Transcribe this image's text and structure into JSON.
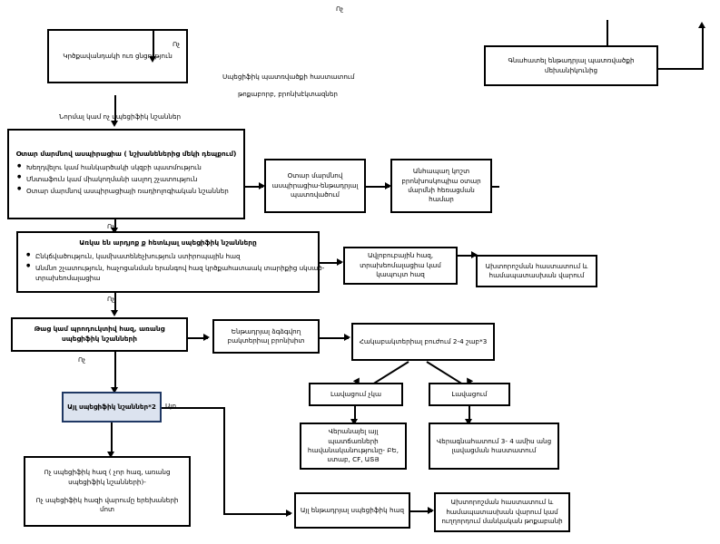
{
  "diagram": {
    "title_top_right": "Ոչ",
    "nodes": {
      "chest_trauma": {
        "text": "Կրծքավանդակի ուռ ցնցություն"
      },
      "evaluate_mechanism": {
        "text": "Գնահատել ենթադրյալ պատռվածքի մեխանիկունից"
      },
      "foreign_body_aspiration": {
        "header": "Օտար մարմնով ասպիրացիա ( նշխանեներից մեկի դեպքում)",
        "bullets": [
          "Խեղդվելու կամ հանկարծակի սկզբի պատմություն",
          "Մնտաֆուն կամ միակողմանի ասլող շչատություն",
          "Օտար մարմնով ասպիրացիայի ռադիոլոգիական նշաններ"
        ]
      },
      "specific_signs": {
        "header": "Առկա են արդյոք ք հետևյալ սպեցիֆիկ նշանները",
        "bullets": [
          "Ընկճվածություն, կամխատենեչխություն ստիրոպային հազ",
          "Անմնո շչատություն, հաչոցանման երանգով հազ կրծքահատաակ տարիքից սկսած- տրախեոմալացիա"
        ]
      },
      "wet_cough": {
        "text": "Թաց կամ պրոդուկտիվ հազ, առանց սպեցիֆիկ նշանների"
      },
      "other_specific_signs": {
        "text": "Այլ սպեցիֆիկ նշաններ*2"
      },
      "nonspecific_cough": {
        "line1": "Ոչ սպեցիֆիկ հազ ( չոր հազ, առանց սպեցիֆիկ նշանների)-",
        "line2": "Ոչ սպեցիֆիկ հազի վարումը երեխաների մոտ"
      },
      "fb_aspiration_suspected": {
        "text": "Օտար մարմնով ասպիրացիա-ենթադրյալ պատռվածում"
      },
      "rigid_bronchoscopy": {
        "text": "Անհապաղ կոշտ բրոնխոսկոպիա օտար մարմնի հեռացման համար"
      },
      "croup_cough": {
        "text": "Ավլոբուբային հազ, տրախեոմալացիա կամ կապույտ հազ"
      },
      "confirm_diagnosis": {
        "text": "Ախտորոշման հաստատում և համապատասխան վարում"
      },
      "protracted_bronchitis": {
        "text": "Ենթադրյալ ձգձգվող բակտերիալ բրոնխիտ"
      },
      "antibacterial_therapy": {
        "text": "Հակաբակտերիալ բուժում 2-4 շաբ*3"
      },
      "no_improvement": {
        "text": "Լավացում չկա"
      },
      "improvement": {
        "text": "Լավացում"
      },
      "review_other_causes": {
        "text": "Վերանայել այլ պատճառների հավանականությունը- ԲԵ, ստաբ, CF, ԱՏՅ"
      },
      "reassess": {
        "text": "Վերագնահատում 3- 4 ամիս անց լավացման հաստատում"
      },
      "other_suspected_specific_cough": {
        "text": "Այլ ենթադրյալ սպեցիֆիկ հազ"
      },
      "confirm_and_manage": {
        "text": "Ախտորոշման հաստատում և համապատասխան վարում կամ ուղղորդում մանկական թոքաբանի"
      }
    },
    "edge_labels": {
      "no_top": "Ոչ",
      "no_after_trauma": "Ոչ",
      "specific_confirm": "Սպեցիֆիկ պատռվածքի հաստատում",
      "specific_confirm_2": "թոքաբորբ, բրոնխէկտազներ",
      "new_cough_no_specific": "Նորմալ կամ ոչ սպեցիֆիկ նշաններ",
      "no_1": "Ոչ",
      "no_2": "Ոչ",
      "no_3": "Ոչ",
      "yes": "Այո"
    },
    "colors": {
      "stroke": "#000000",
      "blue_border": "#1f3864",
      "blue_fill": "#dce3ef",
      "background": "#ffffff"
    }
  }
}
